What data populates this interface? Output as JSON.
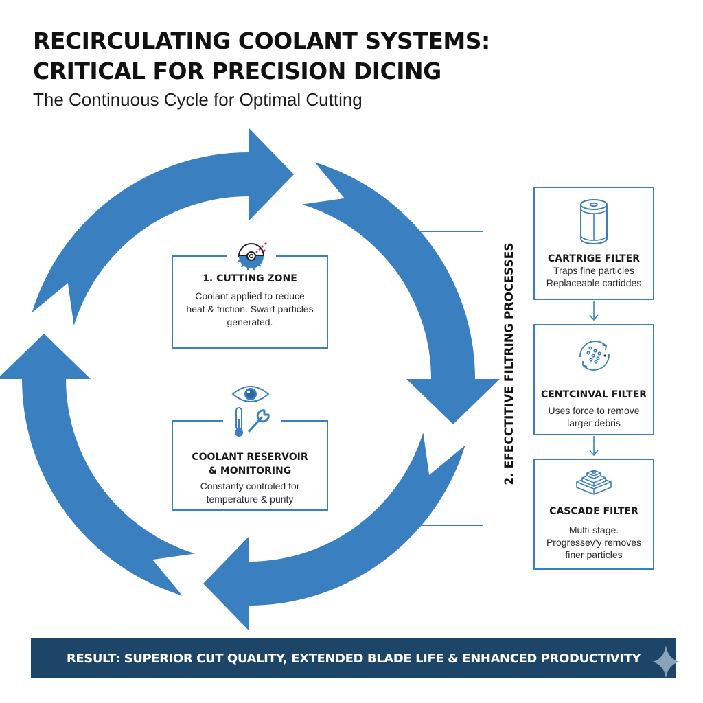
{
  "header": {
    "title_line1": "RECIRCULATING COOLANT SYSTEMS:",
    "title_line2": "CRITICAL FOR PRECISION DICING",
    "subtitle": "The Continuous Cycle for Optimal Cutting"
  },
  "colors": {
    "cycle_blue": "#3a7fbf",
    "banner_navy": "#1d4568",
    "accent_red": "#d0304a",
    "text_dark": "#111111"
  },
  "cycle": {
    "direction": "clockwise",
    "arrow_count": 4,
    "stages": [
      {
        "icon": "saw-blade-icon",
        "heading": "1. CUTTING ZONE",
        "description": "Coolant applied to reduce heat & friction. Swarf particles generated."
      },
      {
        "icon": "eye-thermometer-wrench-icon",
        "heading_line1": "COOLANT RESERVOIR",
        "heading_line2": "& MONITORING",
        "description": "Constanty controled for temperature & purity"
      }
    ]
  },
  "filtering": {
    "section_label": "2.  EFECCTITIVE FILTRING PROCESSES",
    "filters": [
      {
        "icon": "cartridge-filter-icon",
        "heading": "CARTRIGE FILTER",
        "line1": "Traps fine particles",
        "line2": "Replaceable cartiddes"
      },
      {
        "icon": "centrifugal-filter-icon",
        "heading": "CENTCINVAL FILTER",
        "line1": "Uses force to remove",
        "line2": "larger debris"
      },
      {
        "icon": "cascade-filter-icon",
        "heading": "CASCADE FILTER",
        "line1": "Multi-stage.",
        "line2": "Progressev'y removes",
        "line3": "finer particles"
      }
    ]
  },
  "result_banner": {
    "text": "RESULT:  SUPERIOR CUT QUALITY, EXTENDED BLADE LIFE & ENHANCED PRODUCTIVITY"
  }
}
